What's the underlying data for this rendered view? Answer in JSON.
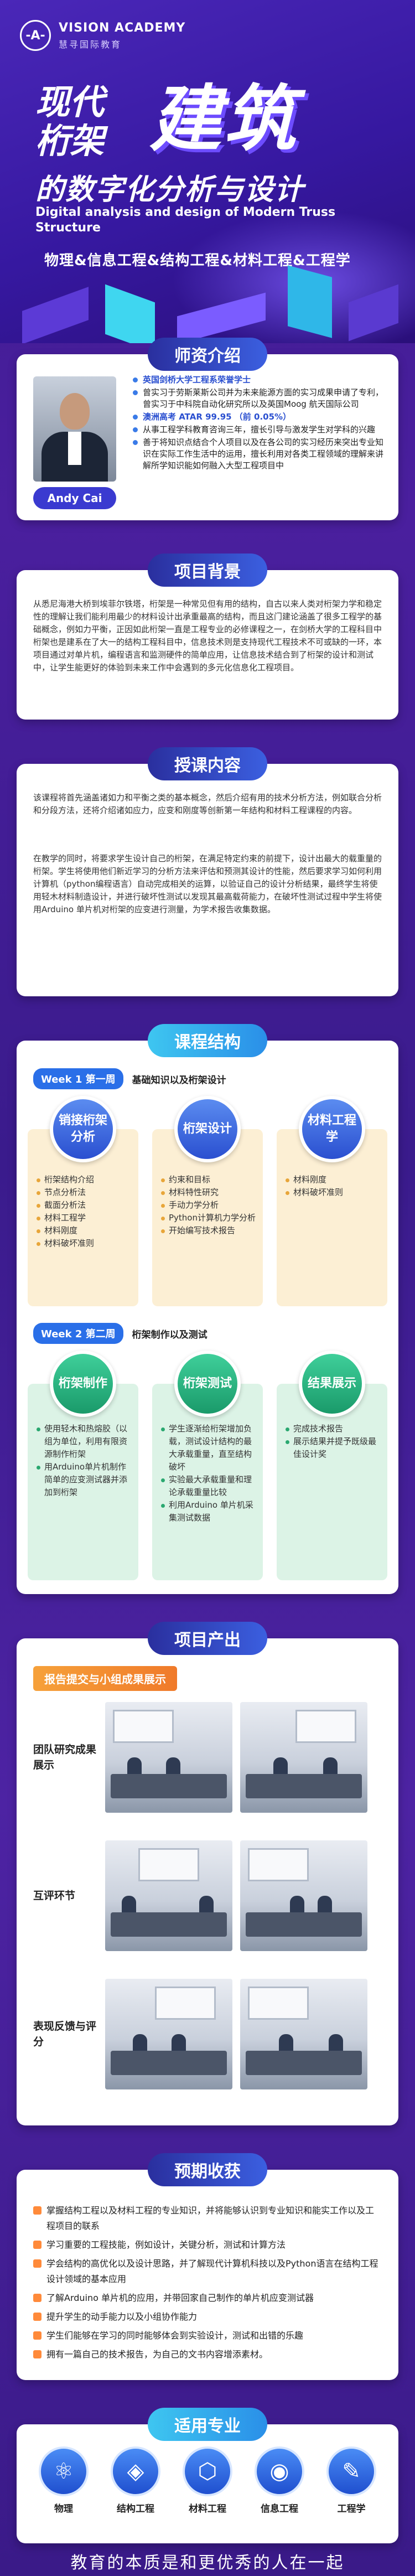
{
  "brand": {
    "name_en": "VISION ACADEMY",
    "name_cn": "慧寻国际教育",
    "mark": "-A-"
  },
  "hero": {
    "title_small": [
      "现代",
      "桁架"
    ],
    "title_big": "建筑",
    "title_line2": "的数字化分析与设计",
    "title_en": "Digital analysis and design of Modern Truss Structure",
    "subtitle": "物理&信息工程&结构工程&材料工程&工程学"
  },
  "teacher": {
    "heading": "师资介绍",
    "name": "Andy Cai",
    "items": [
      "英国剑桥大学工程系荣誉学士",
      "曾实习于劳斯莱斯公司并为未来能源方面的实习成果申请了专利，曾实习于中科院自动化研究所以及英国Moog 航天国际公司",
      "澳洲高考 ATAR 99.95 （前 0.05%）",
      "从事工程学科教育咨询三年，擅长引导与激发学生对学科的兴趣",
      "善于将知识点结合个人项目以及在各公司的实习经历来突出专业知识在实际工作生活中的运用，擅长利用对各类工程领域的理解来讲解所学知识能如何融入大型工程项目中"
    ]
  },
  "background": {
    "heading": "项目背景",
    "text": "从悉尼海港大桥到埃菲尔铁塔，桁架是一种常见但有用的结构，自古以来人类对桁架力学和稳定性的理解让我们能利用最少的材料设计出承重最高的结构，而且这门建论涵盖了很多工程学的基础概念，例如力平衡，正因如此桁架一直是工程专业的必修课程之一，在剑桥大学的工程科目中桁架也是建系在了大一的结构工程科目中，信息技术则是支持现代工程技术不可或缺的一环，本项目通过对单片机，编程语言和监测硬件的简单应用，让信息技术结合到了桁架的设计和测试中，让学生能更好的体验到未来工作中会遇到的多元化信息化工程项目。"
  },
  "content": {
    "heading": "授课内容",
    "p1": "该课程将首先涵盖诸如力和平衡之类的基本概念，然后介绍有用的技术分析方法，例如联合分析和分段方法，还将介绍诸如应力，应变和刚度等创新第一年结构和材料工程课程的内容。",
    "p2": "在教学的同时，将要求学生设计自己的桁架，在满足特定约束的前提下，设计出最大的载重量的桁架。学生将使用他们新近学习的分析方法来评估和预测其设计的性能，然后要求学习如何利用计算机（python编程语言）自动完成相关的运算，以验证自己的设计分析结果，最终学生将使用轻木材料制造设计，并进行破坏性测试以发现其最高载荷能力，在破坏性测试过程中学生将使用Arduino 单片机对桁架的应变进行测量，为学术报告收集数据。"
  },
  "course": {
    "heading": "课程结构",
    "weeks": [
      {
        "label": "Week 1 第一周",
        "title": "基础知识以及桁架设计",
        "cols": [
          {
            "name": "销接桁架分析",
            "items": [
              "桁架结构介绍",
              "节点分析法",
              "截面分析法",
              "材料工程学",
              "材料刚度",
              "材料破坏准则"
            ]
          },
          {
            "name": "桁架设计",
            "items": [
              "约束和目标",
              "材料特性研究",
              "手动力学分析",
              "Python计算机力学分析",
              "开始编写技术报告"
            ]
          },
          {
            "name": "材料工程学",
            "items": [
              "材料刚度",
              "材料破坏准则"
            ]
          }
        ]
      },
      {
        "label": "Week 2 第二周",
        "title": "桁架制作以及测试",
        "cols": [
          {
            "name": "桁架制作",
            "items": [
              "使用轻木和热熔胶（以组为单位，利用有限资源制作桁架",
              "用Arduino单片机制作简单的应变测试器并添加到桁架"
            ]
          },
          {
            "name": "桁架测试",
            "items": [
              "学生逐渐给桁架增加负载，测试设计结构的最大承载重量，直至结构破坏",
              "实验最大承载重量和理论承载重量比较",
              "利用Arduino 单片机采集测试数据"
            ]
          },
          {
            "name": "结果展示",
            "items": [
              "完成技术报告",
              "展示结果并提予既级最佳设计奖"
            ]
          }
        ]
      }
    ]
  },
  "output": {
    "heading": "项目产出",
    "banner": "报告提交与小组成果展示",
    "rows": [
      "团队研究成果展示",
      "互评环节",
      "表现反馈与评分"
    ]
  },
  "gain": {
    "heading": "预期收获",
    "items": [
      "掌握结构工程以及材料工程的专业知识，并将能够认识到专业知识和能实工作以及工程项目的联系",
      "学习重要的工程技能，例如设计，关键分析，测试和计算方法",
      "学会结构的高优化以及设计思路，并了解现代计算机科技以及Python语言在结构工程设计领域的基本应用",
      "了解Arduino 单片机的应用，并带回家自己制作的单片机应变测试器",
      "提升学生的动手能力以及小组协作能力",
      "学生们能够在学习的同时能够体会到实验设计，测试和出错的乐趣",
      "拥有一篇自己的技术报告，为自己的文书内容增添素材。"
    ]
  },
  "major": {
    "heading": "适用专业",
    "items": [
      {
        "label": "物理",
        "icon": "atom-icon",
        "glyph": "⚛"
      },
      {
        "label": "结构工程",
        "icon": "layers-icon",
        "glyph": "◈"
      },
      {
        "label": "材料工程",
        "icon": "hexagon-icon",
        "glyph": "⬡"
      },
      {
        "label": "信息工程",
        "icon": "signal-icon",
        "glyph": "◉"
      },
      {
        "label": "工程学",
        "icon": "tools-icon",
        "glyph": "✎"
      }
    ]
  },
  "footer": "教育的本质是和更优秀的人在一起",
  "colors": {
    "primary": "#2a4fd0",
    "accent": "#3ec6f0",
    "orange": "#f6a13a",
    "bg": "#3c1a8f"
  }
}
